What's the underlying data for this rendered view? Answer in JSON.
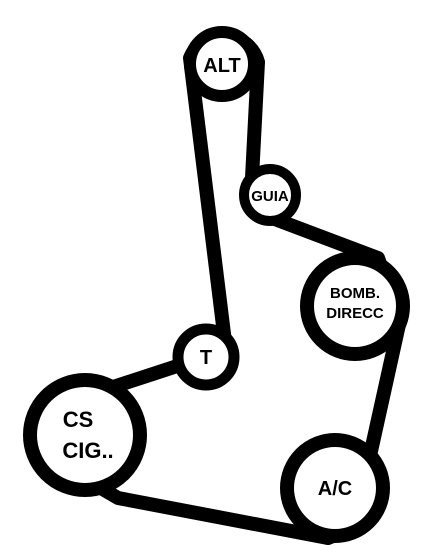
{
  "colors": {
    "belt": "#000000",
    "pulley_fill": "#ffffff",
    "pulley_stroke": "#000000",
    "text": "#000000"
  },
  "pulleys": {
    "alt": {
      "label": "ALT"
    },
    "guia": {
      "label": "GUIA"
    },
    "bomb": {
      "line1": "BOMB.",
      "line2": "DIRECC"
    },
    "tensor": {
      "label": "T"
    },
    "cs": {
      "line1": "CS",
      "line2": "CIG.."
    },
    "ac": {
      "label": "A/C"
    }
  }
}
